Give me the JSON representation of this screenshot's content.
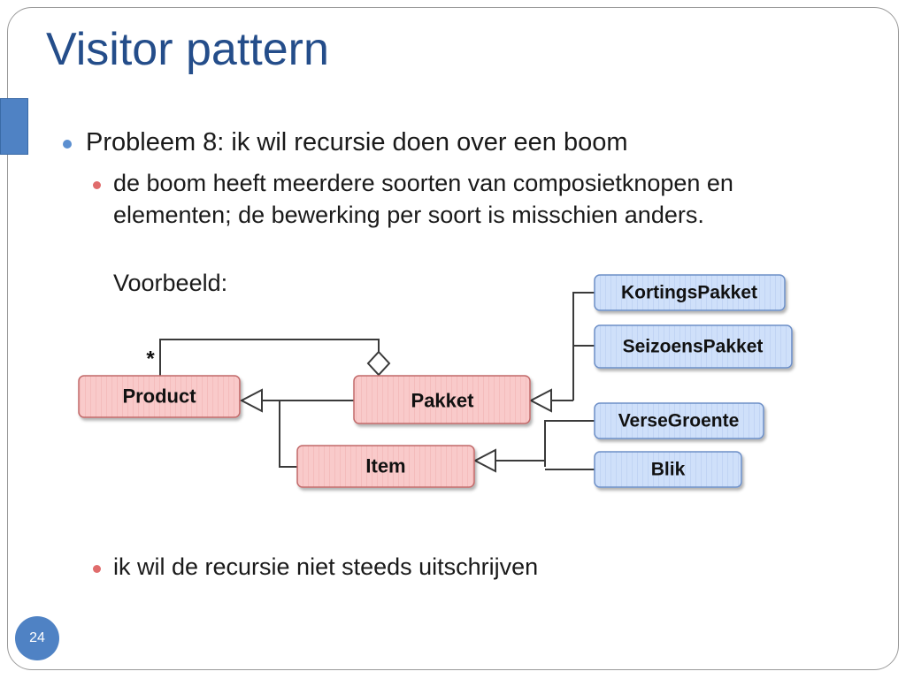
{
  "title": "Visitor pattern",
  "bullets": {
    "level1": "Probleem 8: ik wil recursie doen over een boom",
    "sub1_line1": "de boom heeft meerdere soorten van composietknopen en",
    "sub1_line2": "elementen; de bewerking per soort is misschien anders.",
    "sub1_line3": "Voorbeeld:",
    "sub2": "ik wil de recursie niet steeds uitschrijven"
  },
  "diagram": {
    "multiplicity": "*",
    "nodes": {
      "product": "Product",
      "pakket": "Pakket",
      "item": "Item",
      "kortingspakket": "KortingsPakket",
      "seizoenspakket": "SeizoensPakket",
      "versegroente": "VerseGroente",
      "blik": "Blik"
    }
  },
  "page_number": "24",
  "colors": {
    "title": "#244d8a",
    "accent_blue": "#4f82c4",
    "bullet_red": "#e06c6c",
    "pink_fill": "#f7c4c4",
    "pink_border": "#c26a6a",
    "blue_fill": "#c9dbf7",
    "blue_border": "#6d8fc7"
  }
}
